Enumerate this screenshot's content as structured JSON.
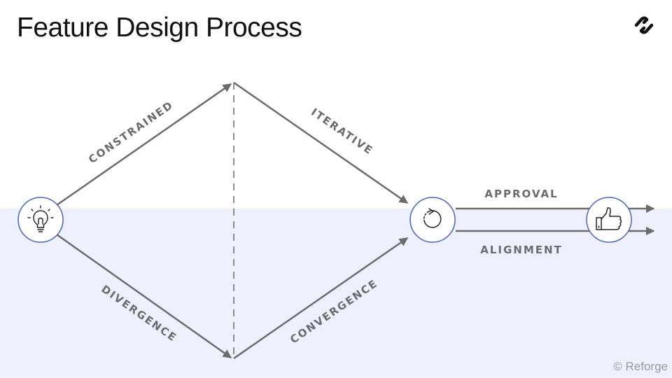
{
  "title": "Feature Design Process",
  "colors": {
    "line": "#6b6b6b",
    "node_border": "#4a63c4",
    "band": "#eef1fd"
  },
  "edges": {
    "constrained": "CONSTRAINED",
    "divergence": "DIVERGENCE",
    "iterative": "ITERATIVE",
    "convergence": "CONVERGENCE",
    "approval": "APPROVAL",
    "alignment": "ALIGNMENT"
  },
  "nodes": {
    "idea": {
      "icon": "lightbulb-icon"
    },
    "iterate": {
      "icon": "refresh-cycle-icon"
    },
    "approve": {
      "icon": "thumbs-up-icon"
    }
  },
  "logo": {
    "icon": "reforge-logo-icon"
  },
  "copyright": "© Reforge"
}
